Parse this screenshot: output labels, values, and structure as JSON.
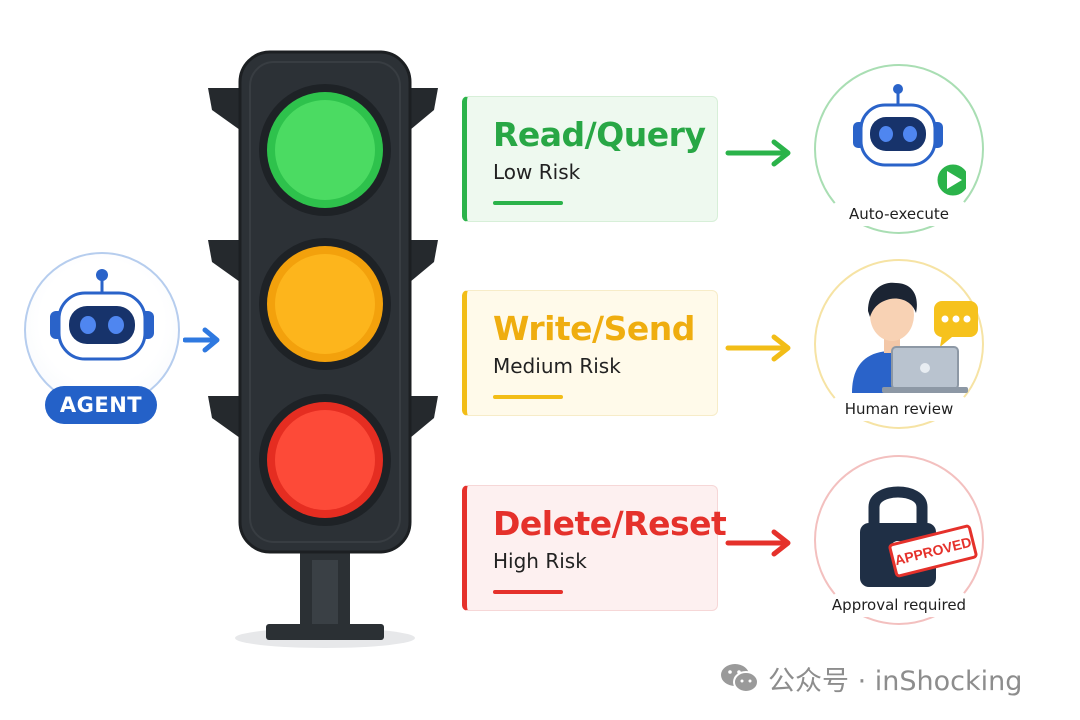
{
  "agent": {
    "label": "AGENT"
  },
  "levels": [
    {
      "title": "Read/Query",
      "risk": "Low Risk",
      "outcome": "Auto-execute",
      "color": "#2bb34a"
    },
    {
      "title": "Write/Send",
      "risk": "Medium Risk",
      "outcome": "Human review",
      "color": "#f2bd17"
    },
    {
      "title": "Delete/Reset",
      "risk": "High Risk",
      "outcome": "Approval required",
      "color": "#e5312b"
    }
  ],
  "stamp": {
    "text": "APPROVED"
  },
  "watermark": {
    "text": "公众号 · inShocking"
  },
  "icons": [
    "robot-icon",
    "play-icon",
    "person-laptop-icon",
    "chat-bubble-icon",
    "padlock-icon",
    "wechat-icon"
  ]
}
